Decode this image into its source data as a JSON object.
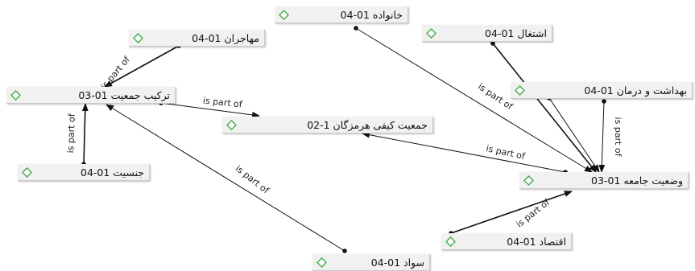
{
  "diagram": {
    "edge_label": "is part of",
    "colors": {
      "edge": "#111111",
      "node_bg": "#f1f1f1",
      "icon": "#4caf50"
    },
    "nodes": {
      "khanevade": {
        "label": "خانواده 01-04",
        "icon": "code-diamond-icon"
      },
      "mohajeran": {
        "label": "مهاجران 01-04",
        "icon": "code-diamond-icon"
      },
      "eshteghal": {
        "label": "اشتغال 01-04",
        "icon": "code-diamond-icon"
      },
      "tarkib": {
        "label": "ترکیب جمعیت 01-03",
        "icon": "code-diamond-icon"
      },
      "behdasht": {
        "label": "بهداشت و درمان 01-04",
        "icon": "code-diamond-icon"
      },
      "jamiat": {
        "label": "جمعیت کیفی هرمزگان 1-02",
        "icon": "code-diamond-icon"
      },
      "jensiat": {
        "label": "جنسیت 01-04",
        "icon": "code-diamond-icon"
      },
      "vazeiat": {
        "label": "وضعیت جامعه 01-03",
        "icon": "code-diamond-icon"
      },
      "eghtesad": {
        "label": "اقتصاد 01-04",
        "icon": "code-diamond-icon"
      },
      "savad": {
        "label": "سواد 01-04",
        "icon": "code-diamond-icon"
      }
    },
    "edges": [
      {
        "from": "mohajeran",
        "to": "tarkib"
      },
      {
        "from": "tarkib",
        "to": "jamiat"
      },
      {
        "from": "jensiat",
        "to": "tarkib"
      },
      {
        "from": "savad",
        "to": "tarkib"
      },
      {
        "from": "khanevade",
        "to": "vazeiat"
      },
      {
        "from": "eshteghal",
        "to": "vazeiat"
      },
      {
        "from": "behdasht",
        "to": "vazeiat"
      },
      {
        "from": "vazeiat",
        "to": "jamiat"
      },
      {
        "from": "eghtesad",
        "to": "vazeiat"
      }
    ]
  }
}
